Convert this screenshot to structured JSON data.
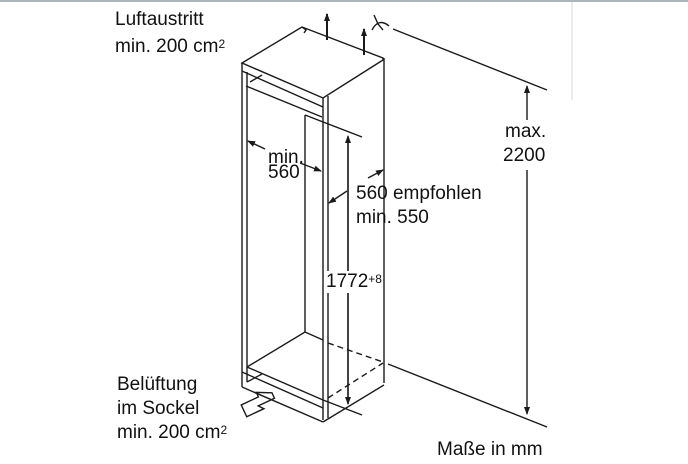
{
  "labels": {
    "air_outlet": "Luftaustritt",
    "air_outlet_min": "min. 200 cm",
    "air_outlet_sup": "2",
    "max_height_1": "max.",
    "max_height_2": "2200",
    "width_min_1": "min.",
    "width_min_2": "560",
    "depth_recommended": "560 empfohlen",
    "depth_min": "min. 550",
    "niche_height": "1772",
    "niche_height_tol": "+8",
    "ventilation_1": "Belüftung",
    "ventilation_2": "im Sockel",
    "ventilation_min": "min. 200 cm",
    "ventilation_sup": "2",
    "units": "Maße in mm"
  },
  "colors": {
    "line": "#1a1a1a",
    "topbar": "#a9b5bb"
  }
}
